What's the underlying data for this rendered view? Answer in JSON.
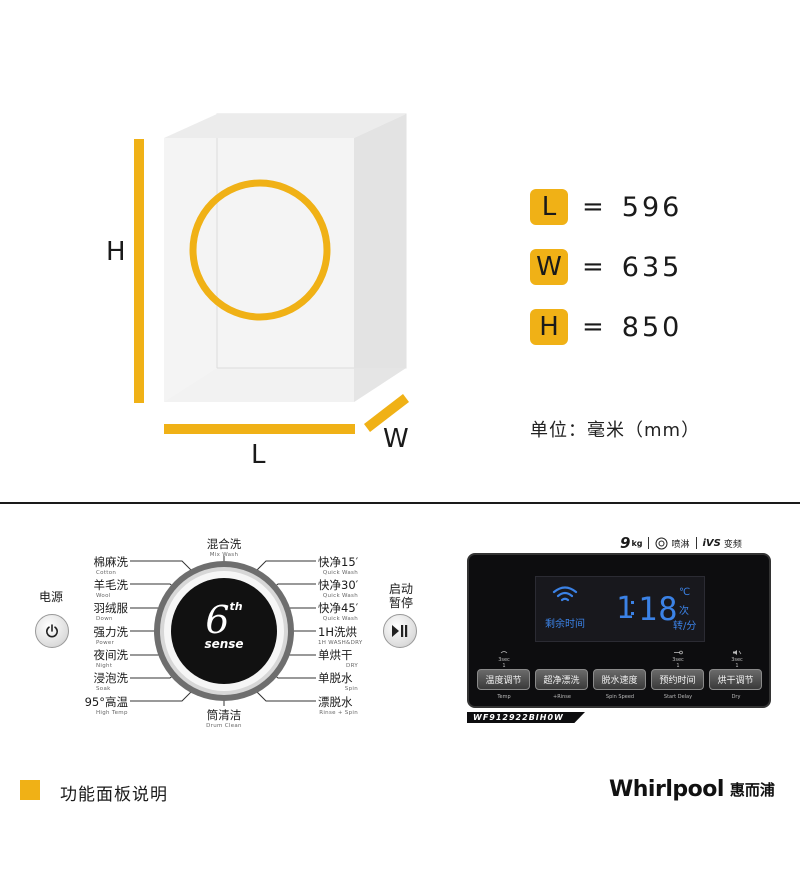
{
  "dimensions": {
    "axis_labels": {
      "height": "H",
      "length": "L",
      "width": "W"
    },
    "rows": [
      {
        "key": "L",
        "eq": "=",
        "value": "596"
      },
      {
        "key": "W",
        "eq": "=",
        "value": "635"
      },
      {
        "key": "H",
        "eq": "=",
        "value": "850"
      }
    ],
    "unit_text": "单位：毫米（mm）"
  },
  "dial": {
    "center_logo_number": "6",
    "center_logo_sup": "th",
    "center_logo_word": "sense",
    "programs_left": [
      {
        "cn": "棉麻洗",
        "en": "Cotton"
      },
      {
        "cn": "羊毛洗",
        "en": "Wool"
      },
      {
        "cn": "羽绒服",
        "en": "Down"
      },
      {
        "cn": "强力洗",
        "en": "Power"
      },
      {
        "cn": "夜间洗",
        "en": "Night"
      },
      {
        "cn": "浸泡洗",
        "en": "Soak"
      },
      {
        "cn": "95°高温",
        "en": "High Temp"
      }
    ],
    "programs_right": [
      {
        "cn": "快净15′",
        "en": "Quick Wash"
      },
      {
        "cn": "快净30′",
        "en": "Quick Wash"
      },
      {
        "cn": "快净45′",
        "en": "Quick Wash"
      },
      {
        "cn": "1H洗烘",
        "en": "1H WASH&DRY"
      },
      {
        "cn": "单烘干",
        "en": "DRY"
      },
      {
        "cn": "单脱水",
        "en": "Spin"
      },
      {
        "cn": "漂脱水",
        "en": "Rinse + Spin"
      }
    ],
    "program_top": {
      "cn": "混合洗",
      "en": "Mix Wash"
    },
    "program_bottom": {
      "cn": "筒清洁",
      "en": "Drum Clean"
    },
    "power_label": "电源",
    "start_label_line1": "启动",
    "start_label_line2": "暂停"
  },
  "panel": {
    "spec_capacity": "9",
    "spec_capacity_unit": "kg",
    "spec_spray": "喷淋",
    "spec_ivs": "iVS",
    "spec_inverter": "变频",
    "lcd": {
      "remaining_label": "剩余时间",
      "time_digit_1": "1",
      "time_digit_2": "18",
      "unit_celsius": "℃",
      "unit_times": "次",
      "unit_rpm": "转/分"
    },
    "three_sec_labels": [
      {
        "line1": "3sec",
        "line2": "1"
      },
      {
        "line1": "3sec",
        "line2": "1"
      },
      {
        "line1": "3sec",
        "line2": "1"
      }
    ],
    "buttons": [
      {
        "label": "温度调节",
        "sub": "Temp"
      },
      {
        "label": "超净漂洗",
        "sub": "+Rinse"
      },
      {
        "label": "脱水速度",
        "sub": "Spin Speed"
      },
      {
        "label": "预约时间",
        "sub": "Start Delay"
      },
      {
        "label": "烘干调节",
        "sub": "Dry"
      }
    ],
    "model": "WF912922BIH0W"
  },
  "footer": {
    "legend_text": "功能面板说明",
    "brand_en": "Whirlpool",
    "brand_cn": "惠而浦"
  },
  "colors": {
    "accent": "#f0b116",
    "panel_bg": "#0d0d0f",
    "lcd_blue": "#3b82e6"
  }
}
